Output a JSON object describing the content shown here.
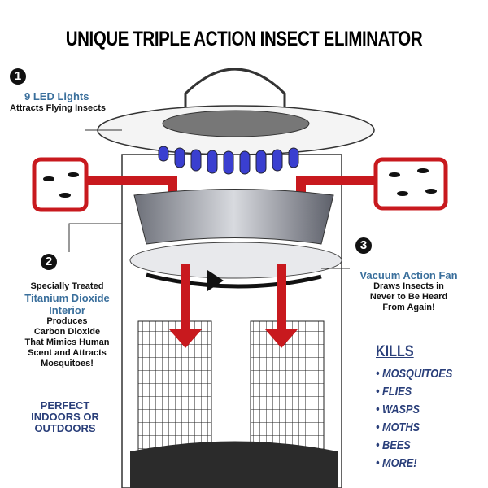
{
  "title": "UNIQUE TRIPLE ACTION INSECT ELIMINATOR",
  "feature1": {
    "number": "1",
    "heading": "9 LED Lights",
    "text": "Attracts Flying Insects"
  },
  "feature2": {
    "number": "2",
    "pre": "Specially Treated",
    "heading_line1": "Titanium Dioxide",
    "heading_line2": "Interior",
    "text": [
      "Produces",
      "Carbon Dioxide",
      "That Mimics Human",
      "Scent and Attracts",
      "Mosquitoes!"
    ]
  },
  "feature3": {
    "number": "3",
    "heading": "Vacuum Action Fan",
    "text": [
      "Draws Insects in",
      "Never to Be Heard",
      "From Again!"
    ]
  },
  "usage": [
    "PERFECT",
    "INDOORS OR",
    "OUTDOORS"
  ],
  "kills": {
    "heading": "KILLS",
    "items": [
      "MOSQUITOES",
      "FLIES",
      "WASPS",
      "MOTHS",
      "BEES",
      "MORE!"
    ]
  },
  "colors": {
    "red": "#c8191e",
    "blue_led": "#3a3fd0",
    "text_blue": "#3a6f9c",
    "navy": "#2a3f7a"
  }
}
